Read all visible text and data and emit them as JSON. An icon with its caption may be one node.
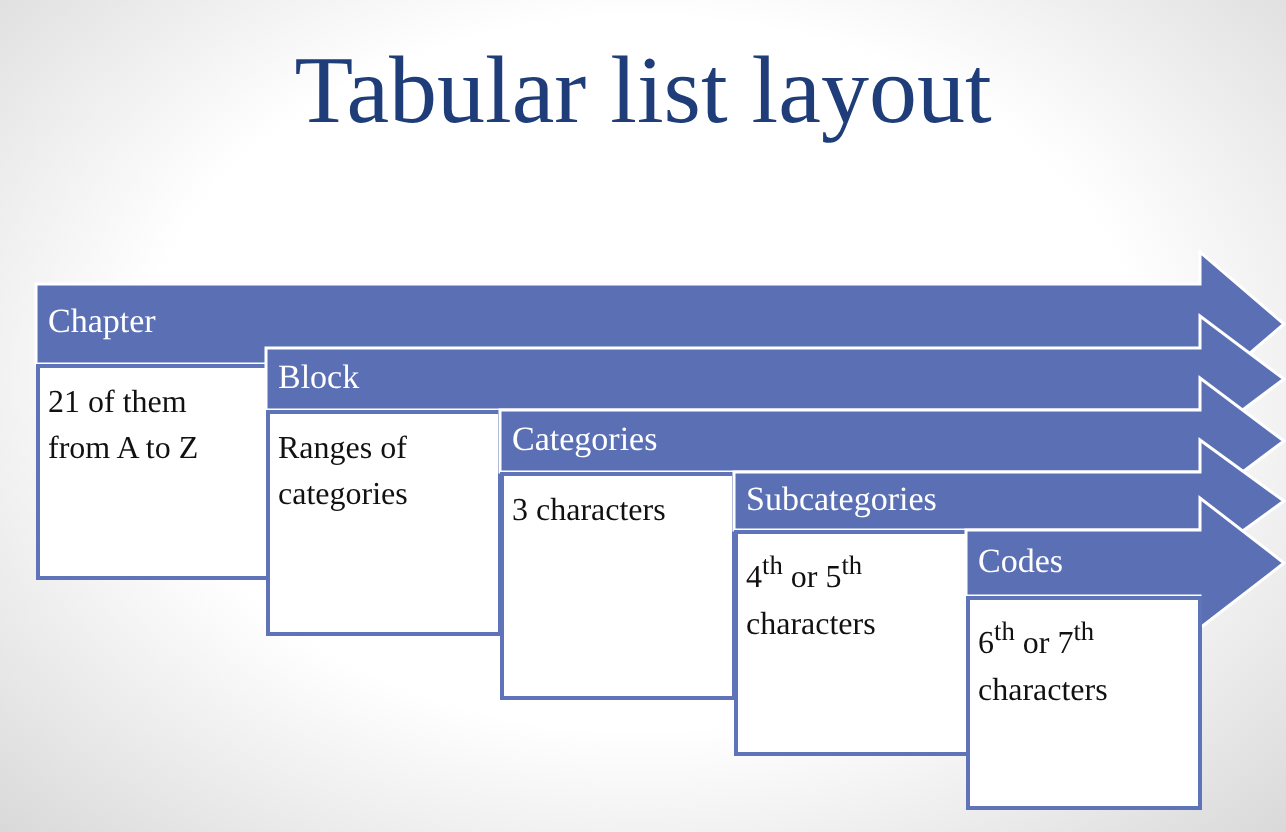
{
  "diagram": {
    "title": "Tabular list layout",
    "nodes": [
      {
        "text": [
          "Chapter",
          "21 of them from A to Z"
        ]
      },
      {
        "text": [
          "Block",
          "Ranges of categories"
        ]
      },
      {
        "text": [
          "Categories",
          "3 characters"
        ]
      },
      {
        "text": [
          "Subcategories",
          "4$^{th}$ or 5$^{th}$ characters"
        ]
      },
      {
        "text": [
          "Codes",
          "6$^{th}$ or 7$^{th}$ characters"
        ]
      }
    ],
    "edges": []
  }
}
